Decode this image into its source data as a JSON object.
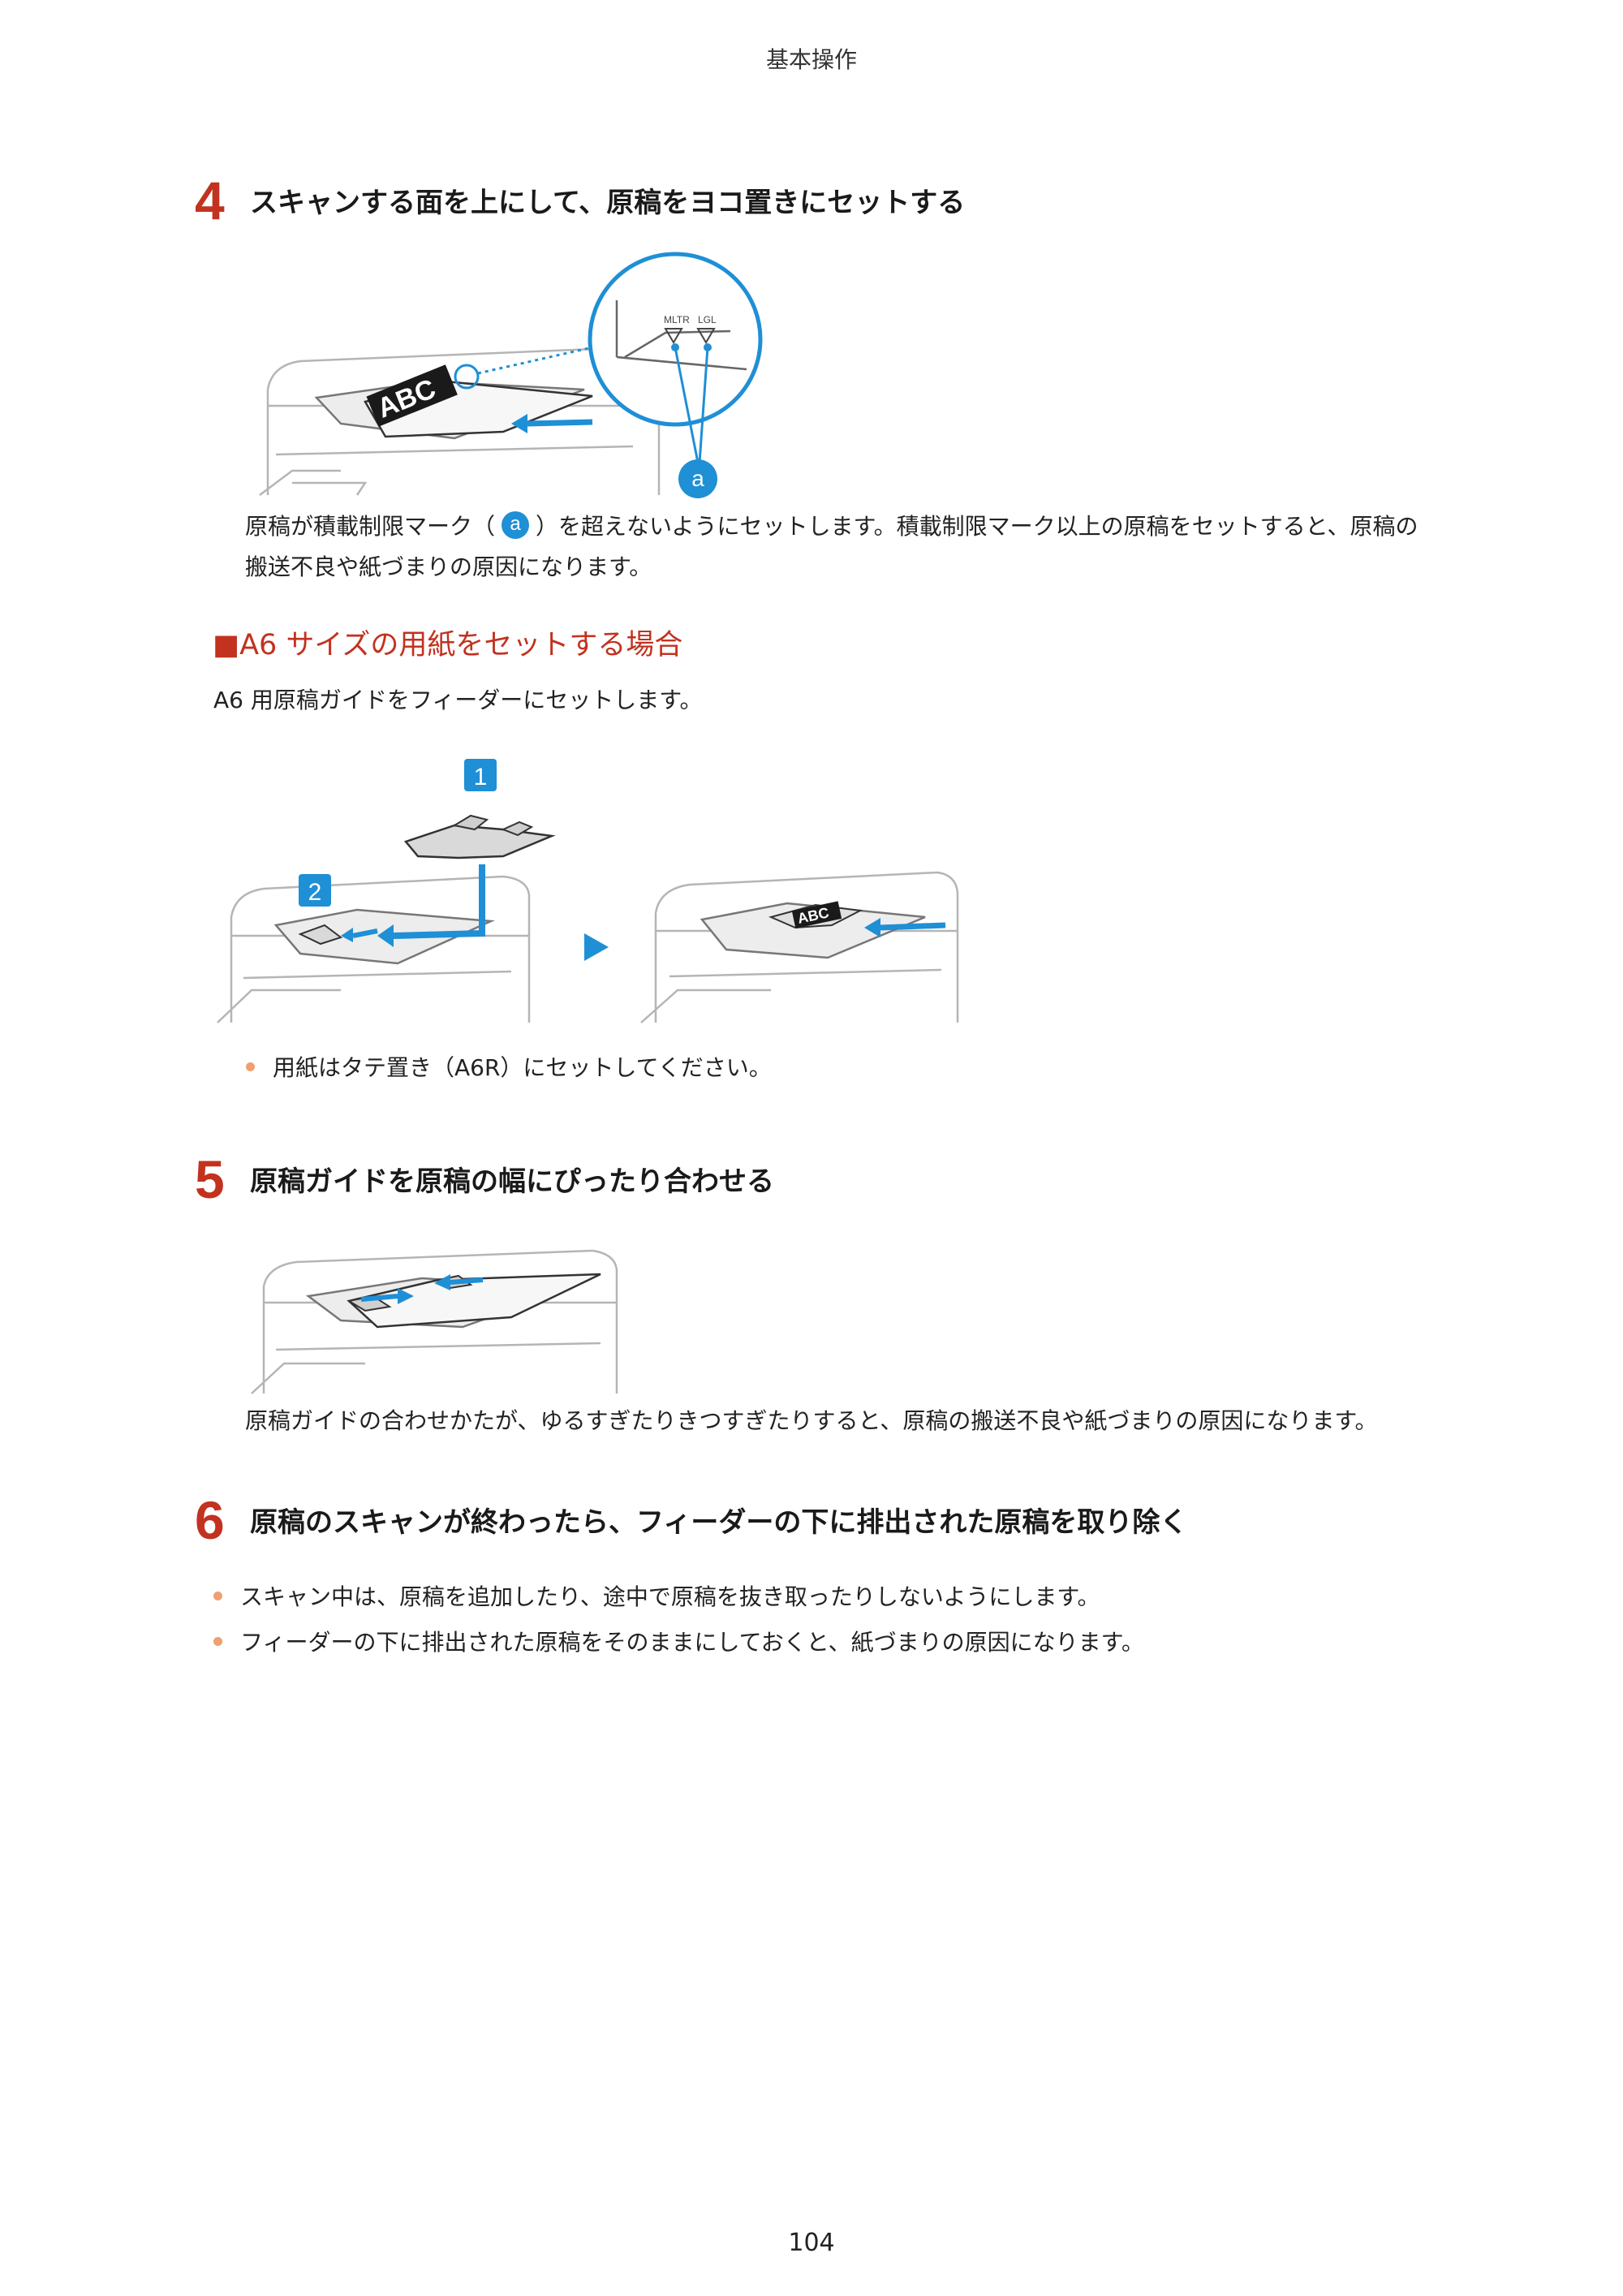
{
  "header": {
    "title": "基本操作"
  },
  "step4": {
    "number": "4",
    "title": "スキャンする面を上にして、原稿をヨコ置きにセットする",
    "illustration": {
      "sheet_text": "ABC",
      "label_a": "a",
      "guide_marks": [
        "MLTR",
        "LGL"
      ]
    },
    "note_prefix": "原稿が積載制限マーク（",
    "note_marker": "a",
    "note_suffix": "）を超えないようにセットします。積載制限マーク以上の原稿をセットすると、原稿の",
    "note_line2": "搬送不良や紙づまりの原因になります。"
  },
  "a6_section": {
    "heading": "■A6 サイズの用紙をセットする場合",
    "desc": "A6 用原稿ガイドをフィーダーにセットします。",
    "callouts": [
      "1",
      "2"
    ],
    "sheet_text": "ABC",
    "bullet": "用紙はタテ置き（A6R）にセットしてください。"
  },
  "step5": {
    "number": "5",
    "title": "原稿ガイドを原稿の幅にぴったり合わせる",
    "note": "原稿ガイドの合わせかたが、ゆるすぎたりきつすぎたりすると、原稿の搬送不良や紙づまりの原因になります。"
  },
  "step6": {
    "number": "6",
    "title": "原稿のスキャンが終わったら、フィーダーの下に排出された原稿を取り除く",
    "bullets": [
      "スキャン中は、原稿を追加したり、途中で原稿を抜き取ったりしないようにします。",
      "フィーダーの下に排出された原稿をそのままにしておくと、紙づまりの原因になります。"
    ]
  },
  "footer": {
    "page_number": "104"
  },
  "colors": {
    "accent_red": "#c2321f",
    "marker_blue": "#1f8fd6",
    "bullet_orange": "#f0a070"
  }
}
